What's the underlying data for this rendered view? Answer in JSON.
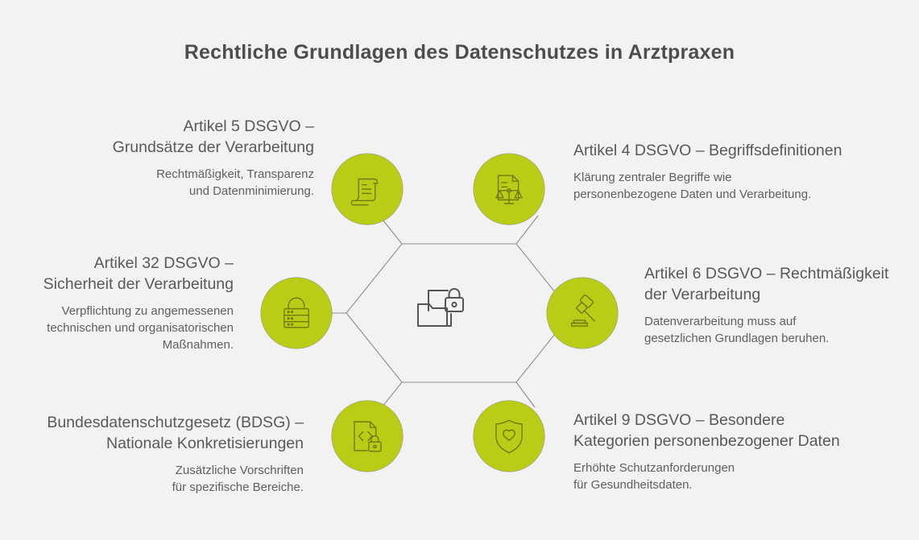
{
  "page": {
    "title": "Rechtliche Grundlagen des Datenschutzes in Arztpraxen",
    "background_color": "#f2f2f2",
    "accent_color": "#b9cc16",
    "text_color": "#595959",
    "line_color": "#8c8c8c"
  },
  "center": {
    "icon": "folder-lock-icon"
  },
  "nodes": [
    {
      "id": "art5",
      "icon": "scroll-document-icon",
      "title": "Artikel 5 DSGVO – Grundsätze der Verarbeitung",
      "title_line1": "Artikel 5 DSGVO –",
      "title_line2": "Grundsätze der Verarbeitung",
      "description": "Rechtmäßigkeit, Transparenz und Datenminimierung.",
      "desc_line1": "Rechtmäßigkeit, Transparenz",
      "desc_line2": "und Datenminimierung.",
      "side": "left"
    },
    {
      "id": "art4",
      "icon": "document-scales-icon",
      "title": "Artikel 4 DSGVO – Begriffsdefinitionen",
      "title_line1": "Artikel 4 DSGVO – Begriffsdefinitionen",
      "title_line2": "",
      "description": "Klärung zentraler Begriffe wie personenbezogene Daten und Verarbeitung.",
      "desc_line1": "Klärung zentraler Begriffe wie",
      "desc_line2": "personenbezogene Daten und Verarbeitung.",
      "side": "right"
    },
    {
      "id": "art32",
      "icon": "padlock-server-icon",
      "title": "Artikel 32 DSGVO – Sicherheit der Verarbeitung",
      "title_line1": "Artikel 32 DSGVO –",
      "title_line2": "Sicherheit der Verarbeitung",
      "description": "Verpflichtung zu angemessenen technischen und organisatorischen Maßnahmen.",
      "desc_line1": "Verpflichtung zu angemessenen",
      "desc_line2": "technischen und organisatorischen",
      "desc_line3": "Maßnahmen.",
      "side": "left"
    },
    {
      "id": "art6",
      "icon": "gavel-icon",
      "title": "Artikel 6 DSGVO – Rechtmäßigkeit der Verarbeitung",
      "title_line1": "Artikel 6 DSGVO – Rechtmäßigkeit",
      "title_line2": "der Verarbeitung",
      "description": "Datenverarbeitung muss auf gesetzlichen Grundlagen beruhen.",
      "desc_line1": "Datenverarbeitung muss auf",
      "desc_line2": "gesetzlichen Grundlagen beruhen.",
      "side": "right"
    },
    {
      "id": "bdsg",
      "icon": "code-document-lock-icon",
      "title": "Bundesdatenschutzgesetz (BDSG) – Nationale Konkretisierungen",
      "title_line1": "Bundesdatenschutzgesetz (BDSG) –",
      "title_line2": "Nationale Konkretisierungen",
      "description": "Zusätzliche Vorschriften für spezifische Bereiche.",
      "desc_line1": "Zusätzliche Vorschriften",
      "desc_line2": "für spezifische Bereiche.",
      "side": "left"
    },
    {
      "id": "art9",
      "icon": "shield-heart-icon",
      "title": "Artikel 9 DSGVO – Besondere Kategorien personenbezogener Daten",
      "title_line1": "Artikel 9 DSGVO – Besondere",
      "title_line2": "Kategorien personenbezogener Daten",
      "description": "Erhöhte Schutzanforderungen für Gesundheitsdaten.",
      "desc_line1": "Erhöhte Schutzanforderungen",
      "desc_line2": "für Gesundheitsdaten.",
      "side": "right"
    }
  ]
}
